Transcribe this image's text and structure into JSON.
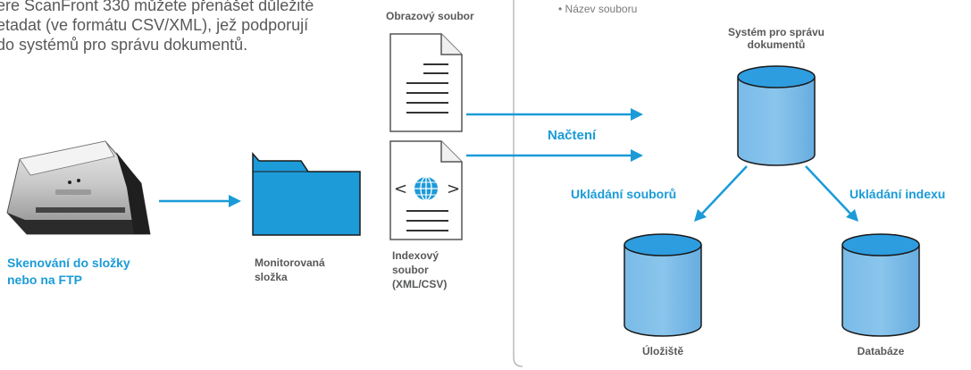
{
  "intro": {
    "line1": "ere ScanFront 330 můžete přenášet důležité",
    "line2": "etadat (ve formátu CSV/XML), jež podporují",
    "line3": "do systémů pro správu dokumentů."
  },
  "scan_label": {
    "line1": "Skenování do složky",
    "line2": "nebo na FTP"
  },
  "folder_label": {
    "line1": "Monitorovaná",
    "line2": "složka"
  },
  "image_file_label": "Obrazový soubor",
  "index_file_label": {
    "line1": "Indexový",
    "line2": "soubor",
    "line3": "(XML/CSV)"
  },
  "load_label": "Načtení",
  "metadata_bullet": "• Název souboru",
  "dms_label": {
    "line1": "Systém pro správu",
    "line2": "dokumentů"
  },
  "store_files_label": "Ukládání souborů",
  "store_index_label": "Ukládání indexu",
  "storage_label": "Úložiště",
  "database_label": "Databáze",
  "colors": {
    "accent": "#1a9bd7",
    "cylinder_fill": "#6cb2e3",
    "cylinder_top": "#2d9de0",
    "folder_fill": "#1d9ad8",
    "outline": "#1a1a1a",
    "text_gray": "#58595b"
  },
  "icons": [
    "scanner-icon",
    "folder-icon",
    "document-icon",
    "globe-icon",
    "database-icon"
  ]
}
